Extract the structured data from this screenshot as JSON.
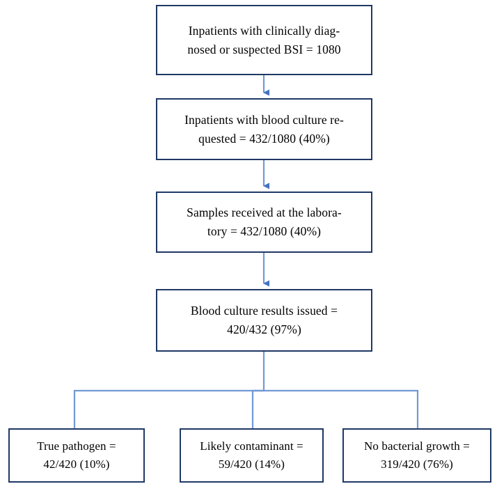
{
  "figure": {
    "type": "flowchart",
    "orientation": "top-down",
    "colors": {
      "box_border": "#1f3864",
      "box_fill": "#ffffff",
      "connector_line": "#7299d4",
      "connector_arrowhead": "#4472c4",
      "text": "#000000"
    }
  },
  "nodes": [
    {
      "id": "node-1",
      "name": "inpatients-clinically-diagnosed-or-suspected-bsi",
      "text": "Inpatients with clinically diag-\nnosed or suspected BSI = 1080",
      "label": "Inpatients with clinically diagnosed or suspected BSI",
      "count": 1080,
      "value_text": "1080"
    },
    {
      "id": "node-2",
      "name": "inpatients-with-blood-culture-requested",
      "text": "Inpatients with blood culture re-\nquested = 432/1080 (40%)",
      "label": "Inpatients with blood culture requested",
      "numerator": 432,
      "denominator": 1080,
      "percent": 40,
      "value_text": "432/1080 (40%)"
    },
    {
      "id": "node-3",
      "name": "samples-received-at-the-laboratory",
      "text": "Samples received at the labora-\ntory = 432/1080 (40%)",
      "label": "Samples received at the laboratory",
      "numerator": 432,
      "denominator": 1080,
      "percent": 40,
      "value_text": "432/1080 (40%)"
    },
    {
      "id": "node-4",
      "name": "blood-culture-results-issued",
      "text": "Blood culture results issued =\n420/432 (97%)",
      "label": "Blood culture results issued",
      "numerator": 420,
      "denominator": 432,
      "percent": 97,
      "value_text": "420/432 (97%)"
    },
    {
      "id": "node-5",
      "name": "true-pathogen",
      "text": "True pathogen =\n42/420 (10%)",
      "label": "True pathogen",
      "numerator": 42,
      "denominator": 420,
      "percent": 10,
      "value_text": "42/420 (10%)"
    },
    {
      "id": "node-6",
      "name": "likely-contaminant",
      "text": "Likely contaminant =\n59/420 (14%)",
      "label": "Likely contaminant",
      "numerator": 59,
      "denominator": 420,
      "percent": 14,
      "value_text": "59/420 (14%)"
    },
    {
      "id": "node-7",
      "name": "no-bacterial-growth",
      "text": "No bacterial growth =\n319/420 (76%)",
      "label": "No bacterial growth",
      "numerator": 319,
      "denominator": 420,
      "percent": 76,
      "value_text": "319/420 (76%)"
    }
  ],
  "connectors": [
    {
      "name": "arrow-node1-to-node2",
      "from": "node-1",
      "to": "node-2",
      "shape": "straight-down"
    },
    {
      "name": "arrow-node2-to-node3",
      "from": "node-2",
      "to": "node-3",
      "shape": "straight-down"
    },
    {
      "name": "arrow-node3-to-node4",
      "from": "node-3",
      "to": "node-4",
      "shape": "straight-down"
    },
    {
      "name": "arrow-node4-to-true-pathogen",
      "from": "node-4",
      "to": "node-5",
      "shape": "elbow-left"
    },
    {
      "name": "arrow-node4-to-likely-contaminant",
      "from": "node-4",
      "to": "node-6",
      "shape": "straight-down"
    },
    {
      "name": "arrow-node4-to-no-bacterial-growth",
      "from": "node-4",
      "to": "node-7",
      "shape": "elbow-right"
    }
  ]
}
